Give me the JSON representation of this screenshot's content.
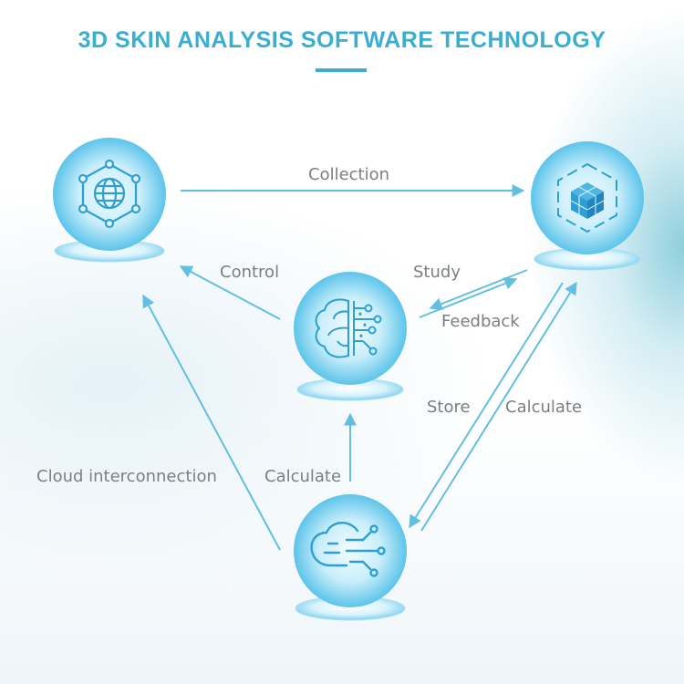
{
  "title": "3D SKIN ANALYSIS SOFTWARE TECHNOLOGY",
  "colors": {
    "accent": "#3aaed1",
    "arrow": "#62bfe0",
    "label": "#7a7f83",
    "sphere_light": "#e8f8fe",
    "sphere_dark": "#5cc4ea"
  },
  "nodes": [
    {
      "id": "network",
      "icon": "globe-network-icon"
    },
    {
      "id": "storage",
      "icon": "cube-hexagon-icon"
    },
    {
      "id": "ai",
      "icon": "brain-circuit-icon"
    },
    {
      "id": "cloud",
      "icon": "cloud-circuit-icon"
    }
  ],
  "edges": {
    "collection": "Collection",
    "control": "Control",
    "study": "Study",
    "feedback": "Feedback",
    "store": "Store",
    "calculate_right": "Calculate",
    "cloud_interconnection": "Cloud interconnection",
    "calculate_up": "Calculate"
  }
}
